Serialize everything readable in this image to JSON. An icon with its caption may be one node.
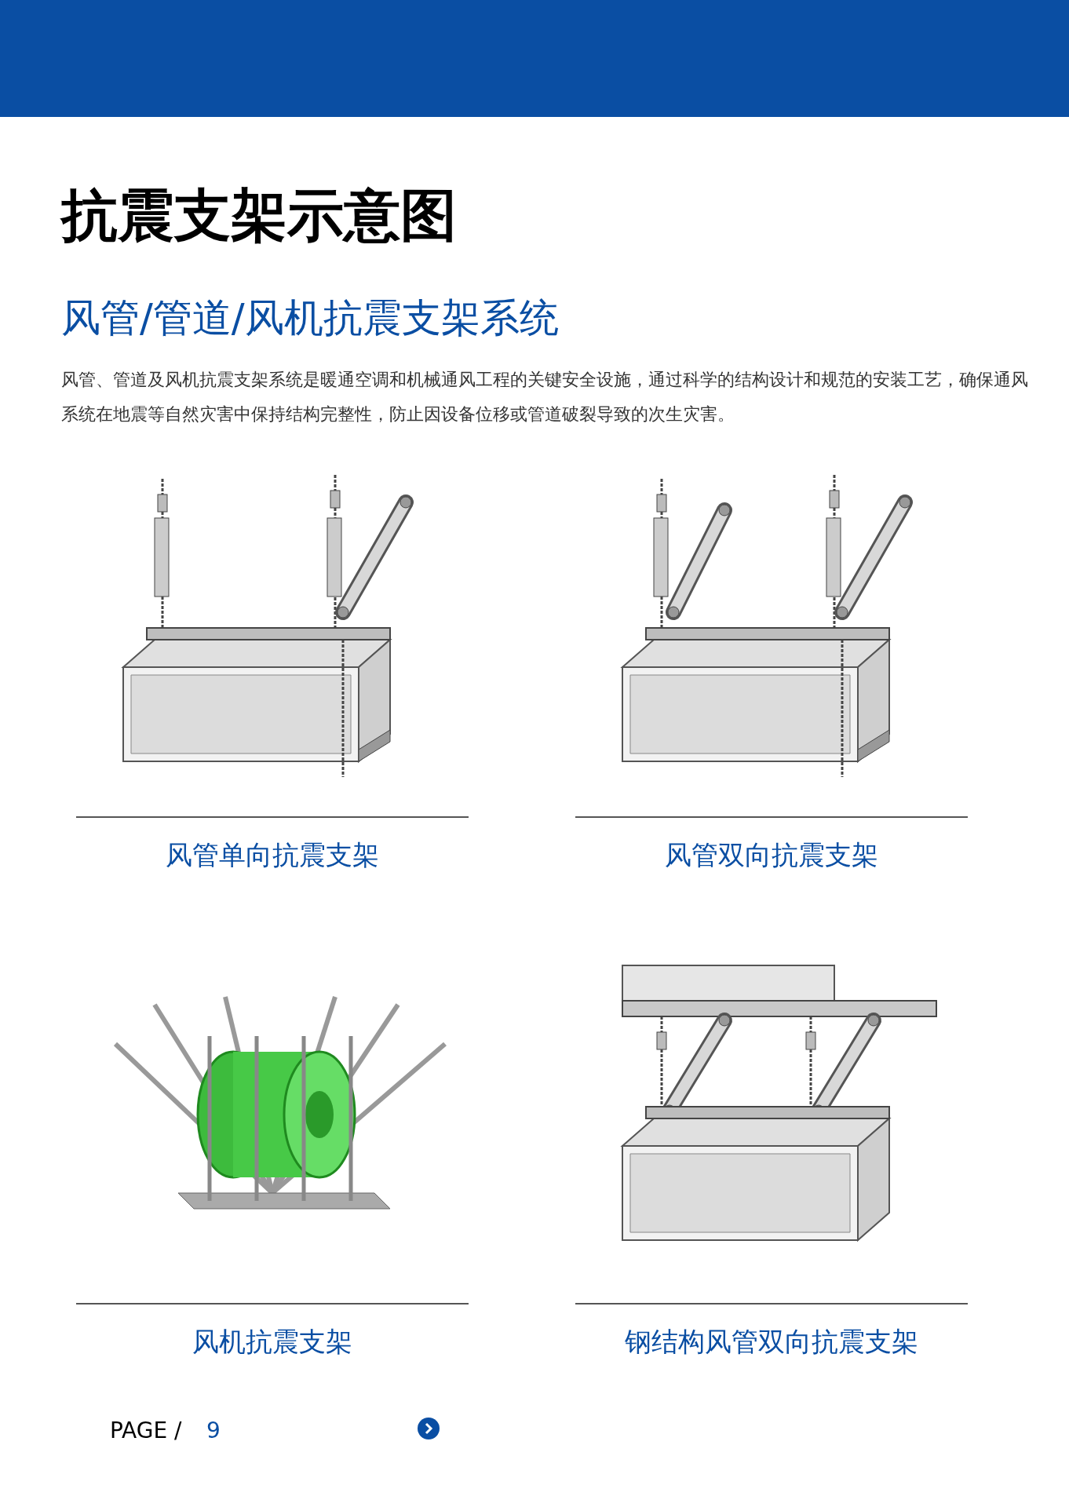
{
  "diagram": {
    "title": "抗震支架示意图",
    "nodes": [
      {
        "text": [],
        "shape": "picture"
      },
      {
        "text": [],
        "shape": "picture"
      },
      {
        "text": [],
        "shape": "picture"
      },
      {
        "text": [],
        "shape": "picture"
      }
    ],
    "labels": [
      "风管/管道/风机抗震支架系统",
      "风管、管道及风机抗震支架系统是暖通空调和机械通风工程的关键安全设施，通过科学的结构设计和规范的安装工艺，确保通风系统在地震等自然灾害中保持结构完整性，防止因设备位移或管道破裂导致的次生灾害。",
      "风管单向抗震支架",
      "风管双向抗震支架",
      "风机抗震支架",
      "钢结构风管双向抗震支架",
      "PAGE /",
      "9"
    ]
  }
}
